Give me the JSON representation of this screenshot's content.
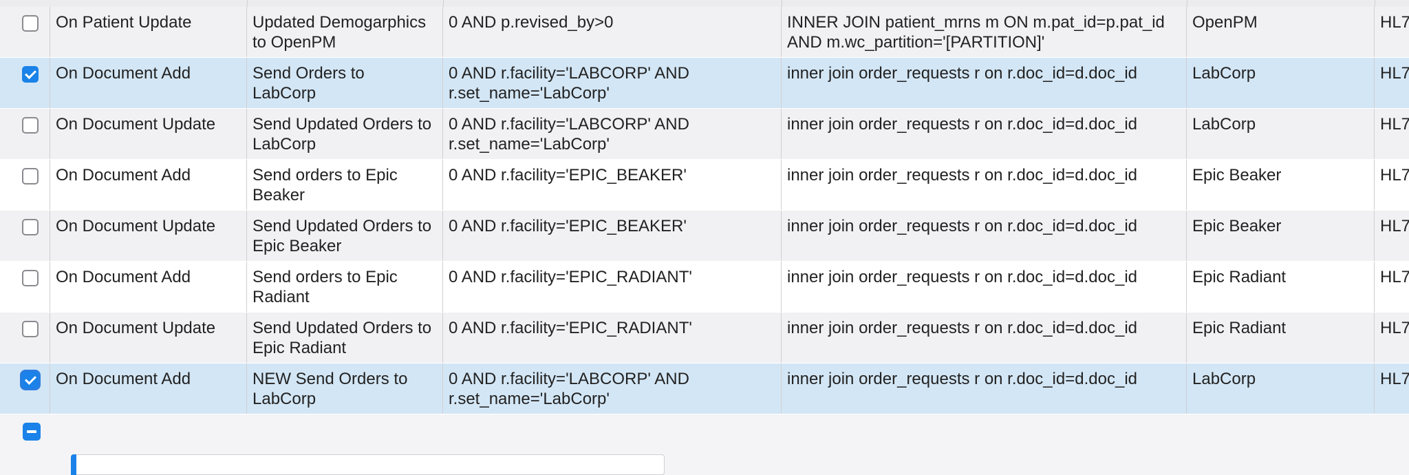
{
  "rows": [
    {
      "checked": false,
      "event": "On Patient Update",
      "description": "Updated Demogarphics\nto OpenPM",
      "condition": "0 AND p.revised_by>0",
      "join": "INNER JOIN patient_mrns m ON m.pat_id=p.pat_id\nAND m.wc_partition='[PARTITION]'",
      "destination": "OpenPM",
      "type": "HL7"
    },
    {
      "checked": true,
      "event": "On Document Add",
      "description": "Send Orders to\nLabCorp",
      "condition": "0 AND r.facility='LABCORP' AND\nr.set_name='LabCorp'",
      "join": "inner join order_requests r on r.doc_id=d.doc_id",
      "destination": "LabCorp",
      "type": "HL7"
    },
    {
      "checked": false,
      "event": "On Document Update",
      "description": "Send Updated Orders to\nLabCorp",
      "condition": "0 AND r.facility='LABCORP' AND\nr.set_name='LabCorp'",
      "join": "inner join order_requests r on r.doc_id=d.doc_id",
      "destination": "LabCorp",
      "type": "HL7"
    },
    {
      "checked": false,
      "event": "On Document Add",
      "description": "Send orders to Epic\nBeaker",
      "condition": "0 AND r.facility='EPIC_BEAKER'",
      "join": "inner join order_requests r on r.doc_id=d.doc_id",
      "destination": "Epic Beaker",
      "type": "HL7"
    },
    {
      "checked": false,
      "event": "On Document Update",
      "description": "Send Updated Orders to\nEpic Beaker",
      "condition": "0 AND r.facility='EPIC_BEAKER'",
      "join": "inner join order_requests r on r.doc_id=d.doc_id",
      "destination": "Epic Beaker",
      "type": "HL7"
    },
    {
      "checked": false,
      "event": "On Document Add",
      "description": "Send orders to Epic\nRadiant",
      "condition": "0 AND r.facility='EPIC_RADIANT'",
      "join": "inner join order_requests r on r.doc_id=d.doc_id",
      "destination": "Epic Radiant",
      "type": "HL7"
    },
    {
      "checked": false,
      "event": "On Document Update",
      "description": "Send Updated Orders to\nEpic Radiant",
      "condition": "0 AND r.facility='EPIC_RADIANT'",
      "join": "inner join order_requests r on r.doc_id=d.doc_id",
      "destination": "Epic Radiant",
      "type": "HL7"
    },
    {
      "checked": true,
      "focused": true,
      "event": "On Document Add",
      "description": "NEW Send Orders to\nLabCorp",
      "condition": "0 AND r.facility='LABCORP' AND\nr.set_name='LabCorp'",
      "join": "inner join order_requests r on r.doc_id=d.doc_id",
      "destination": "LabCorp",
      "type": "HL7"
    }
  ],
  "colors": {
    "selected_row": "#d3e6f5",
    "accent": "#1a82e8",
    "stripe": "#f1f1f4"
  },
  "icons": {
    "checkbox": "checkbox-icon",
    "collapse": "minus-square-icon"
  }
}
